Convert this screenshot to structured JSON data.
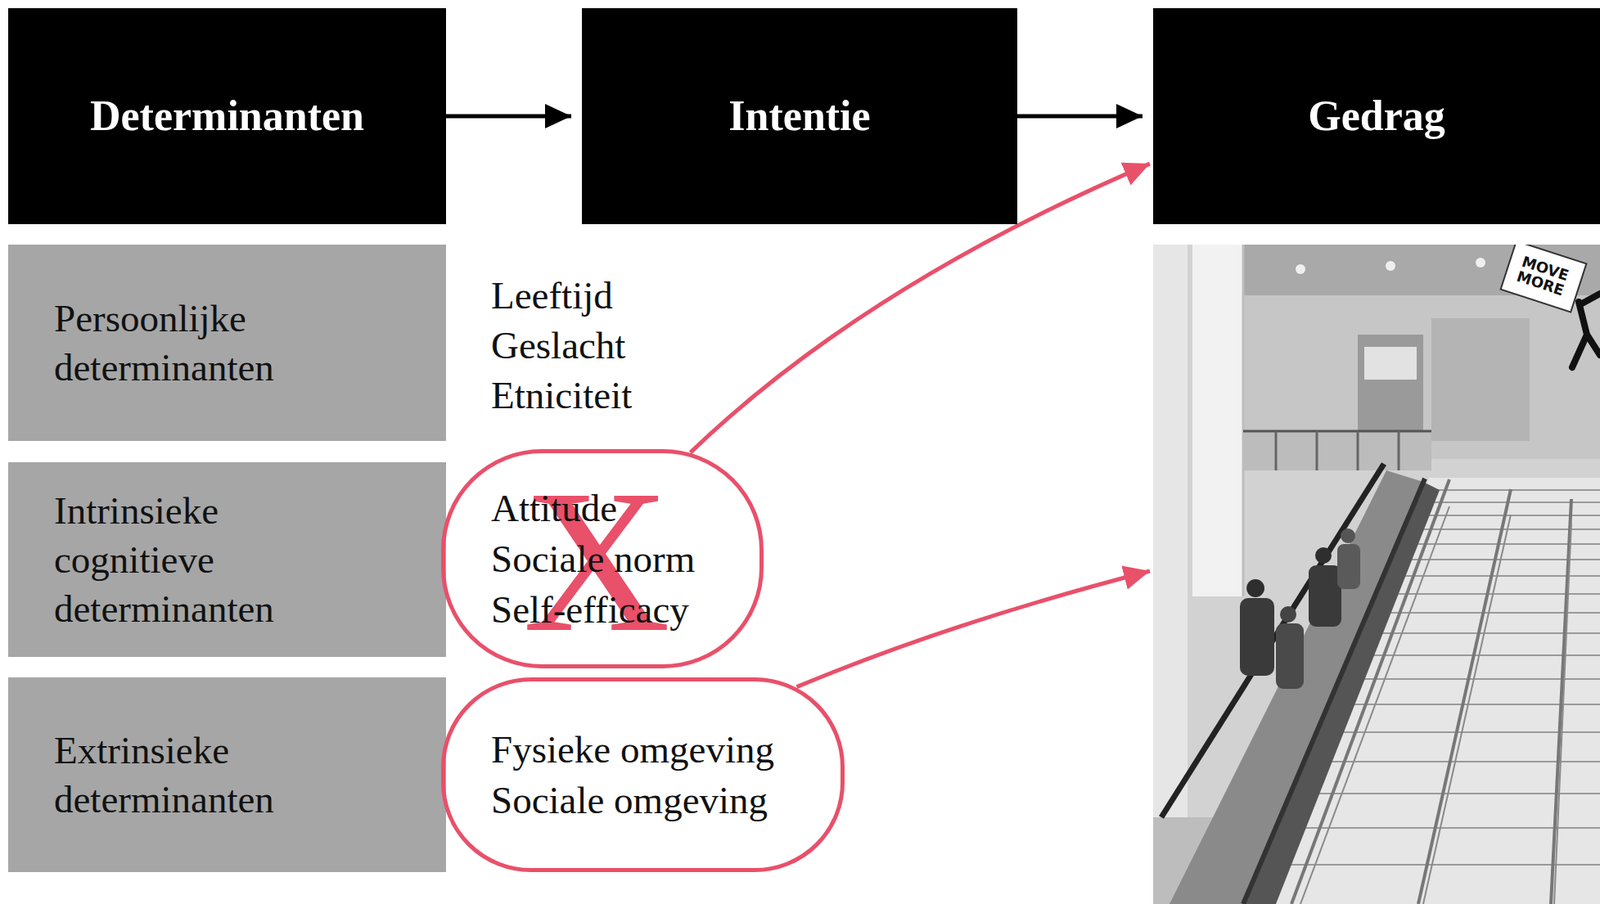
{
  "diagram": {
    "nodes": [
      {
        "text": [
          "Determinanten"
        ]
      },
      {
        "text": [
          "Intentie"
        ]
      },
      {
        "text": [
          "Gedrag"
        ]
      },
      {
        "text": [
          "Persoonlijke determinanten"
        ]
      },
      {
        "text": [
          "Intrinsieke cognitieve determinanten"
        ]
      },
      {
        "text": [
          "Attitude",
          "Sociale norm",
          "Self-efficacy"
        ]
      },
      {
        "text": [
          "Extrinsieke determinanten"
        ]
      },
      {
        "text": [
          "Fysieke omgeving",
          "Sociale omgeving"
        ]
      },
      {
        "text": [
          "MOVE MORE"
        ]
      }
    ],
    "edges": [
      {
        "from": 0,
        "to": 1,
        "arrow": "to"
      },
      {
        "from": 1,
        "to": 2,
        "arrow": "to"
      },
      {
        "from": 5,
        "to": 2,
        "arrow": "to"
      },
      {
        "from": 7,
        "to": 8,
        "arrow": "to"
      }
    ],
    "labels": [
      "Leeftijd",
      "Geslacht",
      "Etniciteit",
      "X"
    ]
  }
}
